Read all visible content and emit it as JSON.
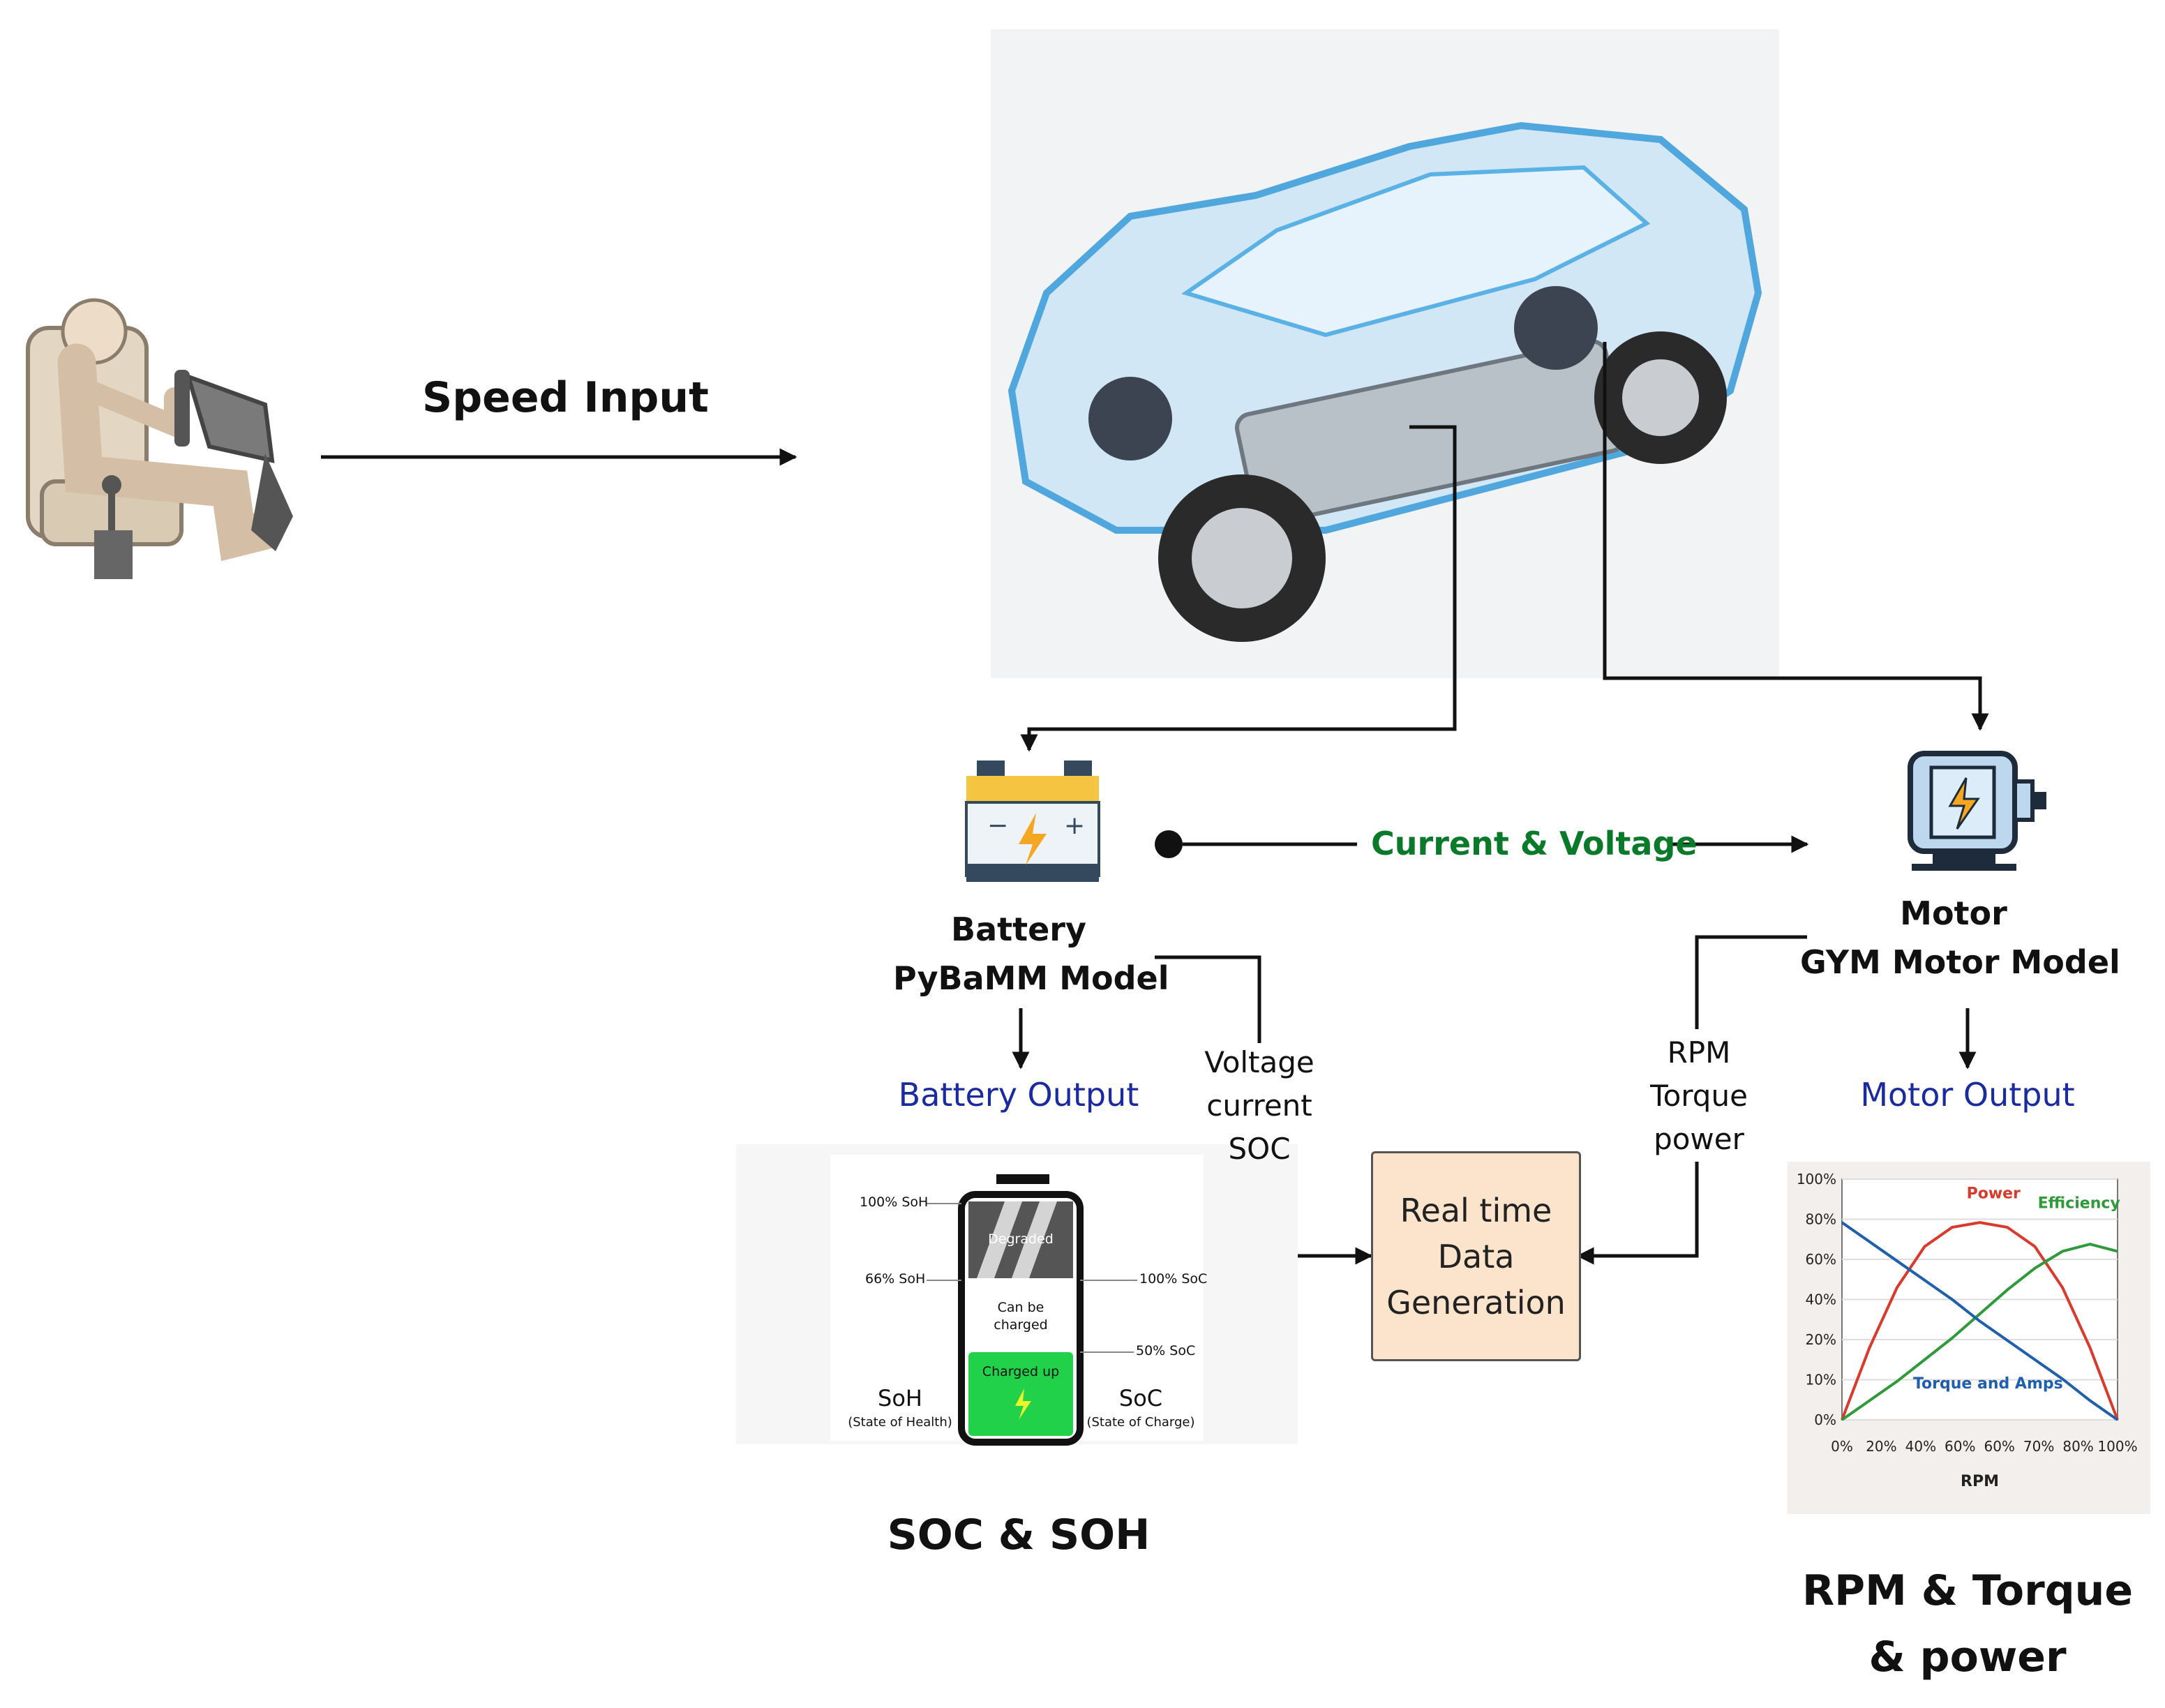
{
  "speed_input": {
    "label": "Speed Input"
  },
  "current_voltage": {
    "label": "Current & Voltage",
    "color": "#0a7a2a"
  },
  "battery": {
    "title": "Battery",
    "model": "PyBaMM Model",
    "output_label": "Battery Output",
    "output_color": "#1a2aa0"
  },
  "motor": {
    "title": "Motor",
    "model": "GYM Motor Model",
    "output_label": "Motor Output",
    "output_color": "#1a2aa0"
  },
  "battery_signals": {
    "line1": "Voltage",
    "line2": "current",
    "line3": "SOC"
  },
  "motor_signals": {
    "line1": "RPM",
    "line2": "Torque",
    "line3": "power"
  },
  "realtime_box": {
    "line1": "Real time",
    "line2": "Data",
    "line3": "Generation",
    "fill": "#fbe3cc"
  },
  "soc_soh_panel": {
    "degraded": "Degraded",
    "can_be": "Can be",
    "charged": "charged",
    "charged_up": "Charged up",
    "soh_100": "100% SoH",
    "soh_66": "66% SoH",
    "soc_100": "100% SoC",
    "soc_50": "50% SoC",
    "soh_label": "SoH",
    "soh_sub": "(State of Health)",
    "soc_label": "SoC",
    "soc_sub": "(State of Charge)",
    "charged_color": "#22d14a"
  },
  "soc_soh_caption": "SOC & SOH",
  "rpm_caption": {
    "line1": "RPM & Torque",
    "line2": "& power"
  },
  "chart_data": {
    "type": "line",
    "xlabel": "RPM",
    "x_ticks": [
      "0%",
      "20%",
      "40%",
      "60%",
      "60%",
      "70%",
      "80%",
      "100%"
    ],
    "y_ticks": [
      "0%",
      "10%",
      "20%",
      "40%",
      "60%",
      "80%",
      "100%"
    ],
    "x": [
      0,
      10,
      20,
      30,
      40,
      50,
      60,
      70,
      80,
      90,
      100
    ],
    "ylim": [
      0,
      100
    ],
    "series": [
      {
        "name": "Power",
        "color": "#d93a2b",
        "values": [
          0,
          30,
          55,
          72,
          80,
          82,
          80,
          72,
          55,
          30,
          0
        ]
      },
      {
        "name": "Efficiency",
        "color": "#2f9a3a",
        "values": [
          0,
          8,
          16,
          25,
          34,
          44,
          54,
          63,
          70,
          73,
          70
        ]
      },
      {
        "name": "Torque and Amps",
        "color": "#1f5fae",
        "values": [
          82,
          74,
          66,
          58,
          50,
          41,
          33,
          25,
          17,
          8,
          0
        ]
      }
    ]
  }
}
